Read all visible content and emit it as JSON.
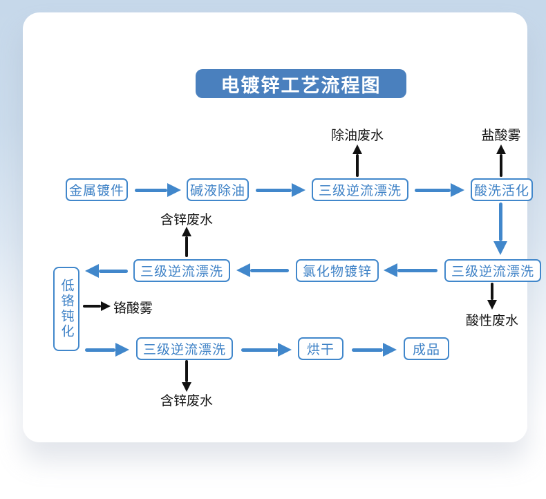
{
  "title": "电镀锌工艺流程图",
  "nodes": {
    "metal_part": "金属镀件",
    "alkaline_degreasing": "碱液除油",
    "rinse_a": "三级逆流漂洗",
    "acid_activation": "酸洗活化",
    "rinse_b": "三级逆流漂洗",
    "chloride_zinc_plating": "氯化物镀锌",
    "rinse_c": "三级逆流漂洗",
    "low_chrome_passivation": "低铬钝化",
    "rinse_d": "三级逆流漂洗",
    "drying": "烘干",
    "finished_product": "成品"
  },
  "byproducts": {
    "degreasing_wastewater": "除油废水",
    "hcl_acid_mist": "盐酸雾",
    "zinc_wastewater_top": "含锌废水",
    "acidic_wastewater": "酸性废水",
    "chromic_acid_mist": "铬酸雾",
    "zinc_wastewater_bottom": "含锌废水"
  },
  "colors": {
    "title_bg": "#4a80be",
    "box_border": "#4187cb",
    "box_text": "#3d81c6",
    "arrow_blue": "#4187cb",
    "arrow_black": "#111111",
    "page_bg_top": "#c6d8ea",
    "card_bg": "#ffffff"
  }
}
